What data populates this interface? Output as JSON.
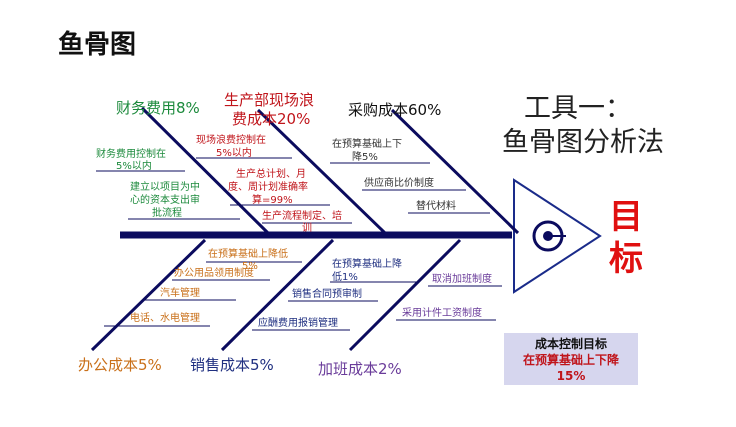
{
  "page_title": "鱼骨图",
  "tool": {
    "line1": "工具一：",
    "line2": "鱼骨图分析法"
  },
  "goal": {
    "label": "目标"
  },
  "goal_box": {
    "title": "成本控制目标",
    "line2": "在预算基础上下降",
    "line3": "15%"
  },
  "categories": {
    "finance": "财务费用8%",
    "production": [
      "生产部现场浪",
      "费成本20%"
    ],
    "purchase": "采购成本60%",
    "office": "办公成本5%",
    "sales": "销售成本5%",
    "overtime": "加班成本2%"
  },
  "causes": {
    "finance": [
      "财务费用控制在",
      "5%以内",
      "建立以项目为中",
      "心的资本支出审",
      "批流程"
    ],
    "production": [
      "现场浪费控制在",
      "5%以内",
      "生产总计划、月",
      "度、周计划准确率",
      "算=99%",
      "生产流程制定、培",
      "训"
    ],
    "purchase": [
      "在预算基础上下",
      "降5%",
      "供应商比价制度",
      "替代材料"
    ],
    "office": [
      "在预算基础上降低",
      "5%",
      "办公用品领用制度",
      "汽车管理",
      "电话、水电管理"
    ],
    "sales": [
      "在预算基础上降",
      "低1%",
      "销售合同预审制",
      "应酬费用报销管理"
    ],
    "overtime": [
      "取消加班制度",
      "采用计件工资制度"
    ]
  },
  "colors": {
    "spine": "#0b0b5e",
    "finance": "#1c8a3c",
    "production": "#c0151b",
    "purchase": "#111111",
    "office": "#c9701a",
    "sales": "#1f2f80",
    "overtime": "#6a3c9a",
    "goal": "#e01010",
    "goal_box_bg": "#d6d6ee",
    "goal_box_title": "#111111",
    "goal_box_text": "#c0151b"
  }
}
